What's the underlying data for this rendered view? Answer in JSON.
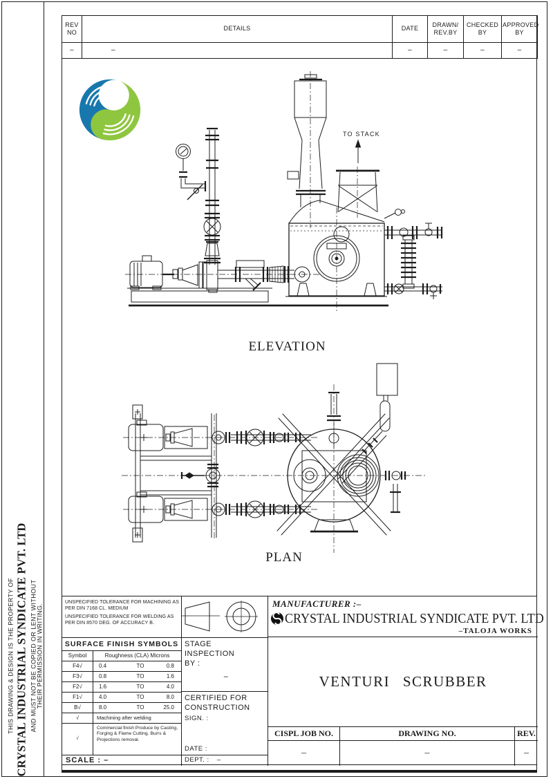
{
  "colors": {
    "line": "#1c1c1c",
    "logo_blue": "#1878ad",
    "logo_green": "#8fc640"
  },
  "revision_table": {
    "columns": [
      "REV\nNO",
      "DETAILS",
      "DATE",
      "DRAWN/\nREV.BY",
      "CHECKED\nBY",
      "APPROVED\nBY"
    ],
    "values": [
      "–",
      "–",
      "–",
      "–",
      "–",
      "–"
    ]
  },
  "drawing_labels": {
    "to_stack": "TO STACK",
    "elevation": "ELEVATION",
    "plan": "PLAN"
  },
  "property_notice": {
    "line1": "THIS DRAWING & DESIGN IS THE PROPERTY OF",
    "line2": "CRYSTAL INDUSTRIAL SYNDICATE PVT. LTD",
    "line3": "AND MUST NOT BE COPIED OR LENT WITHOUT",
    "line4": "THEIR PERMISSION IN WRITING."
  },
  "tolerance_notes": {
    "machining": "UNSPECIFIED TOLERANCE FOR MACHINING AS PER DIN 7168 CL. MEDIUM",
    "welding": "UNSPECIFIED TOLERANCE FOR WELDING AS PER DIN 8570 DEG. OF ACCURACY B."
  },
  "surface_finish": {
    "title": "SURFACE FINISH SYMBOLS",
    "symbol_header": "Symbol",
    "roughness_header": "Roughness (CLA) Microns",
    "rows": [
      {
        "symbol": "F4√",
        "from": "0.4",
        "to_word": "TO",
        "to": "0.8"
      },
      {
        "symbol": "F3√",
        "from": "0.8",
        "to_word": "TO",
        "to": "1.6"
      },
      {
        "symbol": "F2√",
        "from": "1.6",
        "to_word": "TO",
        "to": "4.0"
      },
      {
        "symbol": "F1√",
        "from": "4.0",
        "to_word": "TO",
        "to": "8.0"
      },
      {
        "symbol": "B√",
        "from": "8.0",
        "to_word": "TO",
        "to": "25.0"
      }
    ],
    "machining_row": {
      "symbol": "√",
      "text": "Machining after welding"
    },
    "commercial_row": {
      "symbol": "√",
      "text": "Commercial finish Produce by Casting, Forging & Flame Cutting. Burrs & Projections removal."
    }
  },
  "scale": {
    "label": "SCALE :",
    "value": "–"
  },
  "inspection": {
    "stage_line1": "STAGE",
    "stage_line2": "INSPECTION",
    "by_label": "BY :",
    "by_value": "–",
    "certified_line1": "CERTIFIED FOR",
    "certified_line2": "CONSTRUCTION",
    "sign_label": "SIGN. :",
    "date_label": "DATE :",
    "dept_label": "DEPT. :",
    "dept_value": "–"
  },
  "manufacturer": {
    "label": "MANUFACTURER :–",
    "name": "CRYSTAL INDUSTRIAL SYNDICATE PVT. LTD",
    "works": "–TALOJA WORKS"
  },
  "title": "VENTURI SCRUBBER",
  "job_table": {
    "job_label": "CISPL JOB NO.",
    "drawing_label": "DRAWING NO.",
    "rev_label": "REV.",
    "job_value": "–",
    "drawing_value": "–",
    "rev_value": "–"
  }
}
